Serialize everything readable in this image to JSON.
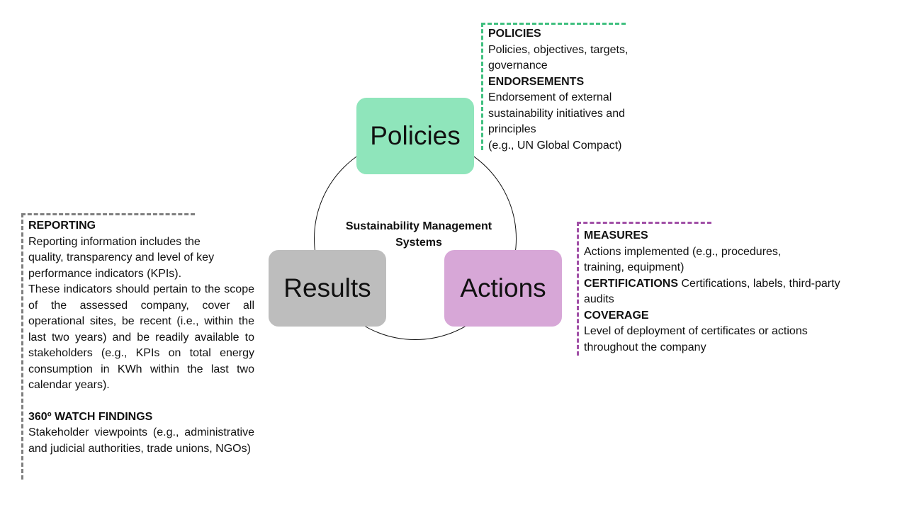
{
  "colors": {
    "policies": "#8fe5bb",
    "results": "#bdbdbd",
    "actions": "#d7a7d7",
    "policies_dash": "#3fbf7f",
    "actions_dash": "#a04fa6",
    "reporting_dash": "#7f7f7f"
  },
  "diagram": {
    "center_label_line1": "Sustainability Management",
    "center_label_line2": "Systems",
    "nodes": {
      "policies": "Policies",
      "results": "Results",
      "actions": "Actions"
    }
  },
  "policies_panel": {
    "h1": "POLICIES",
    "t1": "Policies, objectives, targets, governance",
    "h2": "ENDORSEMENTS",
    "t2": "Endorsement of external sustainability initiatives and principles",
    "t3": "(e.g., UN Global Compact)"
  },
  "actions_panel": {
    "h1": "MEASURES",
    "t1": "Actions implemented (e.g., procedures, training, equipment)",
    "h2": "CERTIFICATIONS",
    "t2": "Certifications, labels, third-party audits",
    "h3": "COVERAGE",
    "t3": "Level of deployment of certificates or actions throughout the company"
  },
  "reporting_panel": {
    "h1": "REPORTING",
    "t1": "Reporting information includes the quality, transparency and level of key performance indicators (KPIs).",
    "t2": "These indicators should pertain to the scope of the assessed company, cover all operational sites, be recent (i.e., within the last two years) and be readily available to stakeholders (e.g., KPIs on total energy consumption in KWh within the last two calendar years).",
    "h2": "360º WATCH FINDINGS",
    "t3": "Stakeholder viewpoints (e.g., administrative and judicial authorities, trade unions, NGOs)"
  }
}
